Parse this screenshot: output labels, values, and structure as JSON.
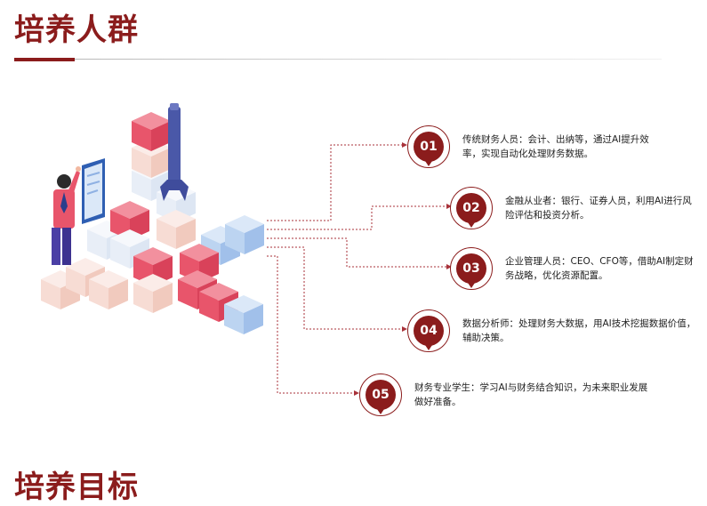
{
  "page": {
    "title": "培养人群",
    "next_title": "培养目标"
  },
  "items": [
    {
      "num": "01",
      "text": "传统财务人员：会计、出纳等，通过AI提升效率，实现自动化处理财务数据。"
    },
    {
      "num": "02",
      "text": "金融从业者：银行、证券人员，利用AI进行风险评估和投资分析。"
    },
    {
      "num": "03",
      "text": "企业管理人员：CEO、CFO等，借助AI制定财务战略，优化资源配置。"
    },
    {
      "num": "04",
      "text": "数据分析师：处理财务大数据，用AI技术挖掘数据价值，辅助决策。"
    },
    {
      "num": "05",
      "text": "财务专业学生：学习AI与财务结合知识，为未来职业发展做好准备。"
    }
  ],
  "colors": {
    "accent": "#8b1c1c",
    "cube_red": "#e8556b",
    "cube_blue": "#a9c6ec",
    "cube_pink": "#f6d7d0"
  }
}
